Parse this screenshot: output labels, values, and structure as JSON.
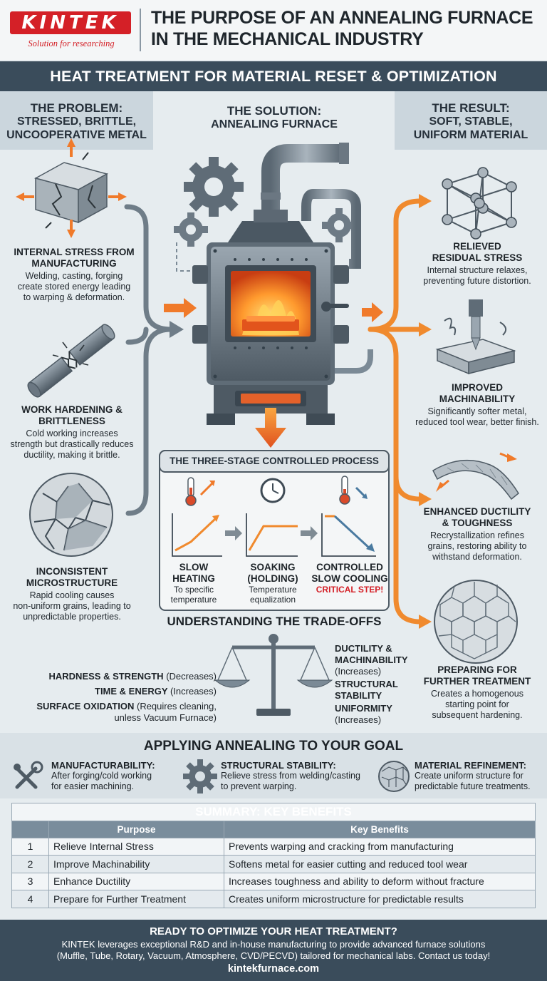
{
  "header": {
    "logo_text": "KINTEK",
    "logo_tagline": "Solution for researching",
    "title_line1": "THE PURPOSE OF AN ANNEALING FURNACE",
    "title_line2": "IN THE MECHANICAL INDUSTRY"
  },
  "banner": "HEAT TREATMENT FOR MATERIAL RESET & OPTIMIZATION",
  "problem": {
    "heading_line1": "THE PROBLEM:",
    "heading_line2": "STRESSED, BRITTLE,",
    "heading_line3": "UNCOOPERATIVE METAL",
    "items": [
      {
        "title1": "INTERNAL STRESS FROM",
        "title2": "MANUFACTURING",
        "body1": "Welding, casting, forging",
        "body2": "create stored energy leading",
        "body3": "to warping & deformation.",
        "icon": "cracked-block-icon"
      },
      {
        "title1": "WORK HARDENING &",
        "title2": "BRITTLENESS",
        "body1": "Cold working increases",
        "body2": "strength but drastically reduces",
        "body3": "ductility, making it brittle.",
        "icon": "broken-rod-icon"
      },
      {
        "title1": "INCONSISTENT",
        "title2": "MICROSTRUCTURE",
        "body1": "Rapid cooling causes",
        "body2": "non-uniform grains, leading to",
        "body3": "unpredictable properties.",
        "icon": "grain-structure-icon"
      }
    ]
  },
  "solution": {
    "heading_line1": "THE SOLUTION:",
    "heading_line2": "ANNEALING FURNACE",
    "process_title": "THE THREE-STAGE CONTROLLED PROCESS",
    "stages": [
      {
        "title1": "SLOW",
        "title2": "HEATING",
        "body1": "To specific",
        "body2": "temperature",
        "icon": "thermometer-up-icon"
      },
      {
        "title1": "SOAKING",
        "title2": "(HOLDING)",
        "body1": "Temperature",
        "body2": "equalization",
        "icon": "clock-icon"
      },
      {
        "title1": "CONTROLLED",
        "title2": "SLOW COOLING",
        "body1": "CRITICAL STEP!",
        "body2": "",
        "icon": "thermometer-down-icon"
      }
    ]
  },
  "result": {
    "heading_line1": "THE RESULT:",
    "heading_line2": "SOFT, STABLE,",
    "heading_line3": "UNIFORM MATERIAL",
    "items": [
      {
        "title1": "RELIEVED",
        "title2": "RESIDUAL STRESS",
        "body1": "Internal structure relaxes,",
        "body2": "preventing future distortion.",
        "body3": "",
        "icon": "crystal-lattice-icon"
      },
      {
        "title1": "IMPROVED",
        "title2": "MACHINABILITY",
        "body1": "Significantly softer metal,",
        "body2": "reduced tool wear, better finish.",
        "body3": "",
        "icon": "drill-icon"
      },
      {
        "title1": "ENHANCED DUCTILITY",
        "title2": "& TOUGHNESS",
        "body1": "Recrystallization refines",
        "body2": "grains, restoring ability to",
        "body3": "withstand deformation.",
        "icon": "bending-plate-icon"
      },
      {
        "title1": "PREPARING FOR",
        "title2": "FURTHER TREATMENT",
        "body1": "Creates a homogenous",
        "body2": "starting point for",
        "body3": "subsequent hardening.",
        "icon": "uniform-grain-icon"
      }
    ]
  },
  "tradeoffs": {
    "title": "UNDERSTANDING THE TRADE-OFFS",
    "left": [
      {
        "label": "HARDNESS & STRENGTH",
        "note": "(Decreases)"
      },
      {
        "label": "TIME & ENERGY",
        "note": "(Increases)"
      },
      {
        "label": "SURFACE OXIDATION",
        "note": "(Requires cleaning,",
        "note2": "unless Vacuum Furnace)"
      }
    ],
    "right": [
      {
        "label1": "DUCTILITY &",
        "label2": "MACHINABILITY",
        "note": "(Increases)"
      },
      {
        "label1": "STRUCTURAL",
        "label2": "STABILITY",
        "note": ""
      },
      {
        "label1": "UNIFORMITY",
        "label2": "",
        "note": "(Increases)"
      }
    ]
  },
  "goal": {
    "title": "APPLYING ANNEALING TO YOUR GOAL",
    "items": [
      {
        "title": "MANUFACTURABILITY:",
        "body1": "After forging/cold working",
        "body2": "for easier machining.",
        "icon": "tools-icon"
      },
      {
        "title": "STRUCTURAL STABILITY:",
        "body1": "Relieve stress from welding/casting",
        "body2": "to prevent warping.",
        "icon": "gear-icon"
      },
      {
        "title": "MATERIAL REFINEMENT:",
        "body1": "Create uniform structure for",
        "body2": "predictable future treatments.",
        "icon": "grain-icon"
      }
    ]
  },
  "summary": {
    "title": "SUMMARY: KEY BENEFITS",
    "headers": [
      "",
      "Purpose",
      "Key Benefits"
    ],
    "rows": [
      [
        "1",
        "Relieve Internal Stress",
        "Prevents warping and cracking from manufacturing"
      ],
      [
        "2",
        "Improve Machinability",
        "Softens metal for easier cutting and reduced tool wear"
      ],
      [
        "3",
        "Enhance Ductility",
        "Increases toughness and ability to deform without fracture"
      ],
      [
        "4",
        "Prepare for Further Treatment",
        "Creates uniform microstructure for predictable results"
      ]
    ]
  },
  "footer": {
    "cta": "READY TO OPTIMIZE YOUR HEAT TREATMENT?",
    "body1": "KINTEK leverages exceptional R&D and in-house manufacturing to provide advanced furnace solutions",
    "body2": "(Muffle, Tube, Rotary, Vacuum, Atmosphere, CVD/PECVD) tailored for mechanical labs. Contact us today!",
    "url": "kintekfurnace.com"
  },
  "colors": {
    "brand_red": "#d42027",
    "navy": "#3a4c5b",
    "orange": "#f07a2a",
    "steel": "#7b8a96"
  }
}
